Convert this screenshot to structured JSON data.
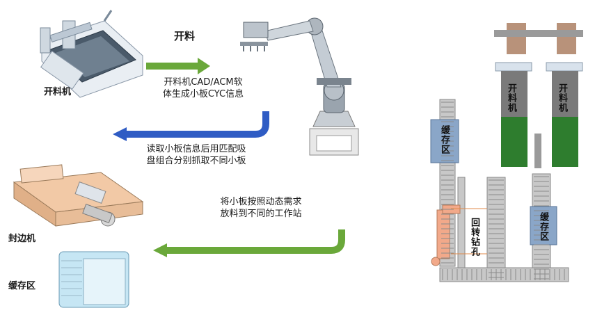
{
  "labels": {
    "cutting_title": "开料",
    "cutting_machine": "开料机",
    "software_line1": "开料机CAD/ACM软",
    "software_line2": "体生成小板CYC信息",
    "read_line1": "读取小板信息后用匹配吸",
    "read_line2": "盘组合分别抓取不同小板",
    "place_line1": "将小板按照动态需求",
    "place_line2": "放料到不同的工作站",
    "edge_banding": "封边机",
    "buffer_left": "缓存区",
    "layout_cutting_1": "开料机",
    "layout_cutting_2": "开料机",
    "layout_buffer_1": "缓存区",
    "layout_drilling": "回转钻孔",
    "layout_buffer_2": "缓存区"
  },
  "colors": {
    "arrow_green": "#6aa83a",
    "arrow_blue": "#2f5cc4",
    "machine_green": "#2e7d2e",
    "machine_gray": "#7a7a7a",
    "buffer_blue": "#8aa6c8",
    "drill_orange": "#f2a98a",
    "post_tan": "#b8927a",
    "conveyor_gray": "#c8c8c8",
    "edge_tan": "#f2c9a6"
  }
}
